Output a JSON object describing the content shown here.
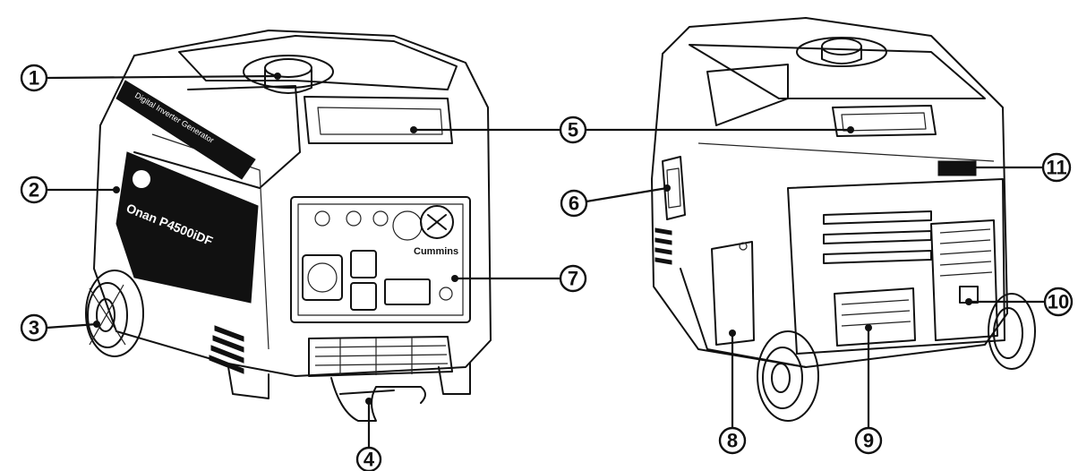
{
  "front_unit": {
    "side_text": "Digital Inverter Generator",
    "brand_model": "Onan P4500iDF",
    "panel_brand": "Cummins"
  },
  "callouts": [
    {
      "id": "1",
      "label": "①"
    },
    {
      "id": "2",
      "label": "②"
    },
    {
      "id": "3",
      "label": "③"
    },
    {
      "id": "4",
      "label": "④"
    },
    {
      "id": "5",
      "label": "⑤"
    },
    {
      "id": "6",
      "label": "⑥"
    },
    {
      "id": "7",
      "label": "⑦"
    },
    {
      "id": "8",
      "label": "⑧"
    },
    {
      "id": "9",
      "label": "⑨"
    },
    {
      "id": "10",
      "label": "⑩"
    },
    {
      "id": "11",
      "label": "⑪"
    }
  ]
}
